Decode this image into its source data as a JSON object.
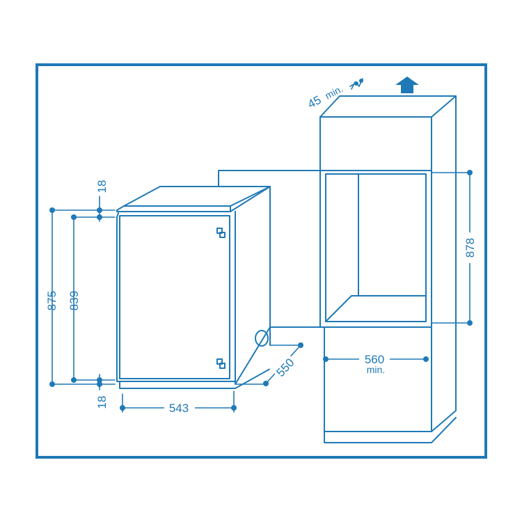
{
  "diagram": {
    "accent_color": "#1f79b6",
    "dimensions": {
      "top_gap": "18",
      "total_height": "875",
      "door_height": "839",
      "bottom_gap": "18",
      "width": "543",
      "depth": "550",
      "niche_height": "878",
      "niche_width": "560",
      "niche_width_note": "min.",
      "vent_gap": "45",
      "vent_gap_note": "min."
    },
    "icons": [
      "arrow-up-icon",
      "airflow-icon"
    ]
  }
}
